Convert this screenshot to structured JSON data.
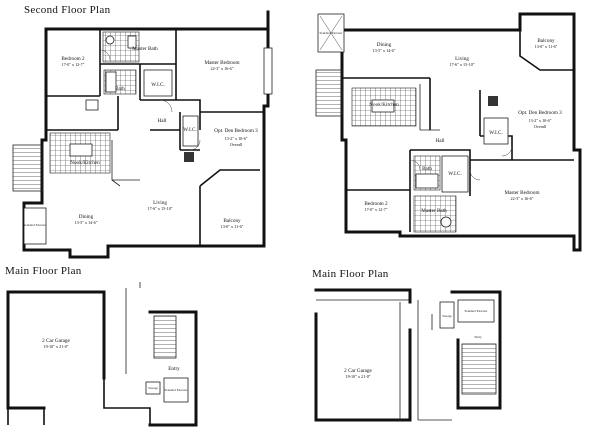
{
  "plans": {
    "left_second": {
      "heading": "Second Floor Plan"
    },
    "left_main": {
      "heading": "Main Floor Plan"
    },
    "right_main": {
      "heading": "Main Floor Plan"
    }
  },
  "rooms": {
    "bedroom2_l": {
      "name": "Bedroom 2",
      "dim": "17-0\" x 12-7\""
    },
    "master_bath_l": {
      "name": "Master Bath",
      "dim": ""
    },
    "master_bed_l": {
      "name": "Master Bedroom",
      "dim": "22-3\" x 16-6\""
    },
    "bath_l": {
      "name": "Bath",
      "dim": ""
    },
    "wic_l": {
      "name": "W.I.C.",
      "dim": ""
    },
    "hall_l": {
      "name": "Hall",
      "dim": ""
    },
    "nook_l": {
      "name": "Nook/Kitchen",
      "dim": ""
    },
    "wic2_l": {
      "name": "W.I.C.",
      "dim": ""
    },
    "den_l": {
      "name": "Opt. Den Bedroom 3",
      "dim": "13-2\" x 10-6\"",
      "extra": "Overall"
    },
    "dining_l": {
      "name": "Dining",
      "dim": "13-5\" x 14-6\""
    },
    "living_l": {
      "name": "Living",
      "dim": "17-6\" x 15-10\""
    },
    "balcony_l": {
      "name": "Balcony",
      "dim": "13-0\" x 11-6\""
    },
    "storage_l": {
      "name": "Standard Elevator",
      "dim": ""
    },
    "dining_r": {
      "name": "Dining",
      "dim": "13-5\" x 14-6\""
    },
    "living_r": {
      "name": "Living",
      "dim": "17-6\" x 15-10\""
    },
    "balcony_r": {
      "name": "Balcony",
      "dim": "13-0\" x 11-6\""
    },
    "nook_r": {
      "name": "Nook/Kitchen",
      "dim": ""
    },
    "den_r": {
      "name": "Opt. Den Bedroom 3",
      "dim": "13-2\" x 10-6\"",
      "extra": "Overall"
    },
    "wic_r": {
      "name": "W.I.C.",
      "dim": ""
    },
    "hall_r": {
      "name": "Hall",
      "dim": ""
    },
    "bath_r": {
      "name": "Bath",
      "dim": ""
    },
    "wic2_r": {
      "name": "W.I.C.",
      "dim": ""
    },
    "bedroom2_r": {
      "name": "Bedroom 2",
      "dim": "17-0\" x 12-7\""
    },
    "master_bath_r": {
      "name": "Master Bath",
      "dim": ""
    },
    "master_bed_r": {
      "name": "Master Bedroom",
      "dim": "22-3\" x 16-6\""
    },
    "elev_r": {
      "name": "Standard Elevator",
      "dim": ""
    },
    "garage_l": {
      "name": "2 Car Garage",
      "dim": "19-10\" x 21-0\""
    },
    "entry_l": {
      "name": "Entry",
      "dim": ""
    },
    "storage_gl": {
      "name": "Storage",
      "dim": ""
    },
    "elev_gl": {
      "name": "Standard Elevator",
      "dim": ""
    },
    "garage_r": {
      "name": "2 Car Garage",
      "dim": "19-10\" x 21-0\""
    },
    "storage_gr": {
      "name": "Storage",
      "dim": ""
    },
    "elev_gr": {
      "name": "Standard Elevator",
      "dim": ""
    },
    "entry_r": {
      "name": "Entry",
      "dim": ""
    }
  }
}
